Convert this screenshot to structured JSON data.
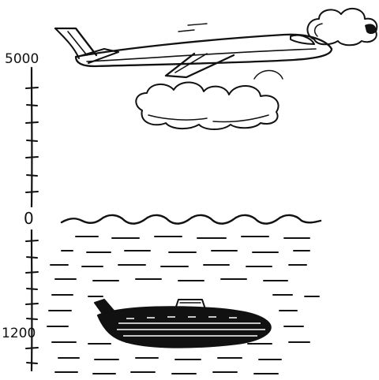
{
  "scale": {
    "top_label": "5000",
    "zero_label": "0",
    "bottom_label": "1200"
  },
  "scene": {
    "objects": [
      "airplane-icon",
      "cloud-icon",
      "water-surface",
      "submarine-icon"
    ],
    "ink_color": "#111111",
    "background_color": "#ffffff"
  }
}
